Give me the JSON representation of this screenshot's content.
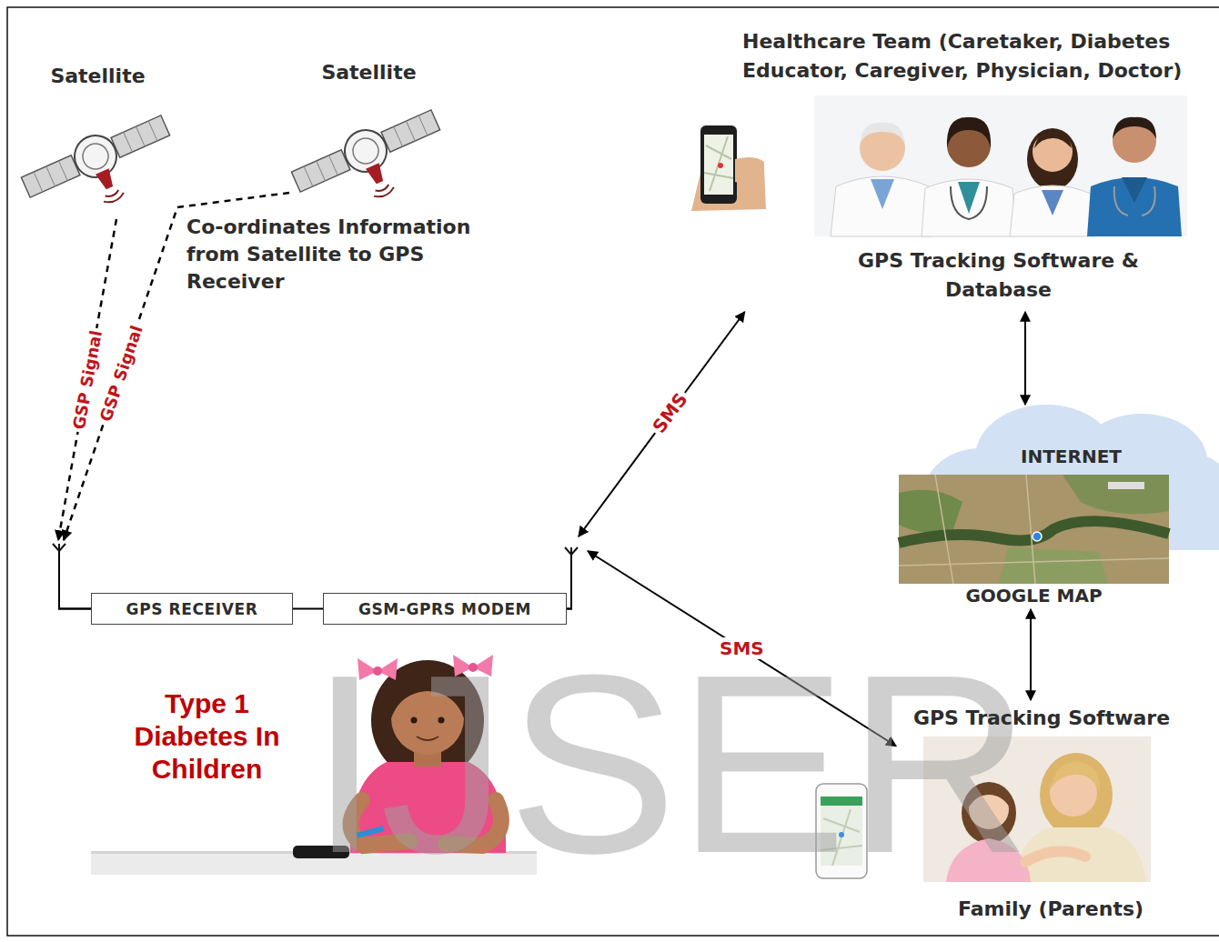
{
  "diagram": {
    "nodes": [
      {
        "text": [
          "Satellite"
        ]
      },
      {
        "text": [
          "Satellite"
        ]
      },
      {
        "text": [
          "GPS RECEIVER"
        ]
      },
      {
        "text": [
          "GSM-GPRS MODEM"
        ]
      },
      {
        "text": [
          "Healthcare Team (Caretaker, Diabetes Educator, Caregiver, Physician, Doctor)",
          "GPS Tracking Software & Database"
        ]
      },
      {
        "text": [
          "INTERNET"
        ]
      },
      {
        "text": [
          "GOOGLE MAP"
        ]
      },
      {
        "text": [
          "GPS Tracking Software",
          "Family (Parents)"
        ]
      },
      {
        "text": [
          "Type 1 Diabetes In Children"
        ]
      }
    ],
    "edges": [
      {
        "from": 0,
        "to": 2,
        "label": "GSP Signal",
        "arrow": "to"
      },
      {
        "from": 1,
        "to": 2,
        "label": "GSP Signal",
        "arrow": "to"
      },
      {
        "from": 2,
        "to": 3,
        "arrow": "none"
      },
      {
        "from": 3,
        "to": 4,
        "label": "SMS",
        "arrow": "both"
      },
      {
        "from": 3,
        "to": 7,
        "label": "SMS",
        "arrow": "both"
      },
      {
        "from": 4,
        "to": 5,
        "arrow": "both"
      },
      {
        "from": 6,
        "to": 7,
        "arrow": "both"
      }
    ],
    "labels": [
      "Co-ordinates Information from Satellite to GPS Receiver",
      "IJSER"
    ]
  }
}
